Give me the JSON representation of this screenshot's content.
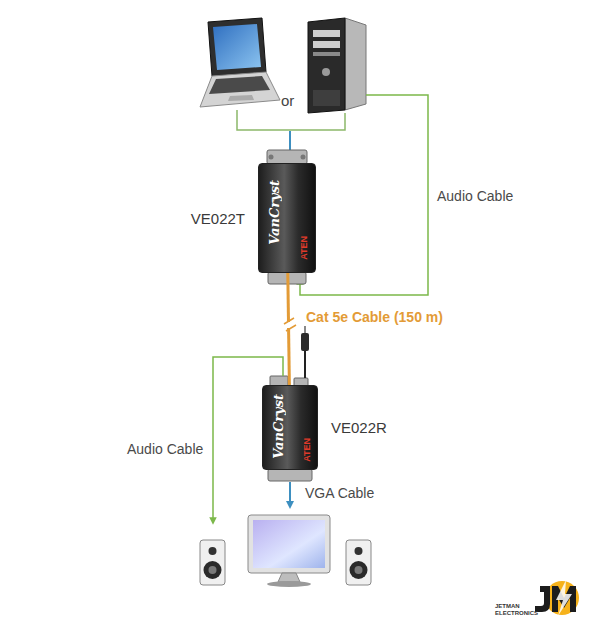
{
  "diagram": {
    "nodes": [
      {
        "text": [
          "VanCryst",
          "ATEN",
          "VE022T"
        ]
      },
      {
        "text": [
          "VanCryst",
          "ATEN",
          "VE022R"
        ]
      }
    ],
    "edges": [
      {
        "from": 0,
        "to": 1,
        "arrow": "none",
        "label": "Cat 5e Cable (150 m)"
      }
    ],
    "labels": [
      "or",
      "Audio Cable",
      "Audio Cable",
      "VGA Cable",
      "JETMAN ELECTRONICS"
    ]
  }
}
